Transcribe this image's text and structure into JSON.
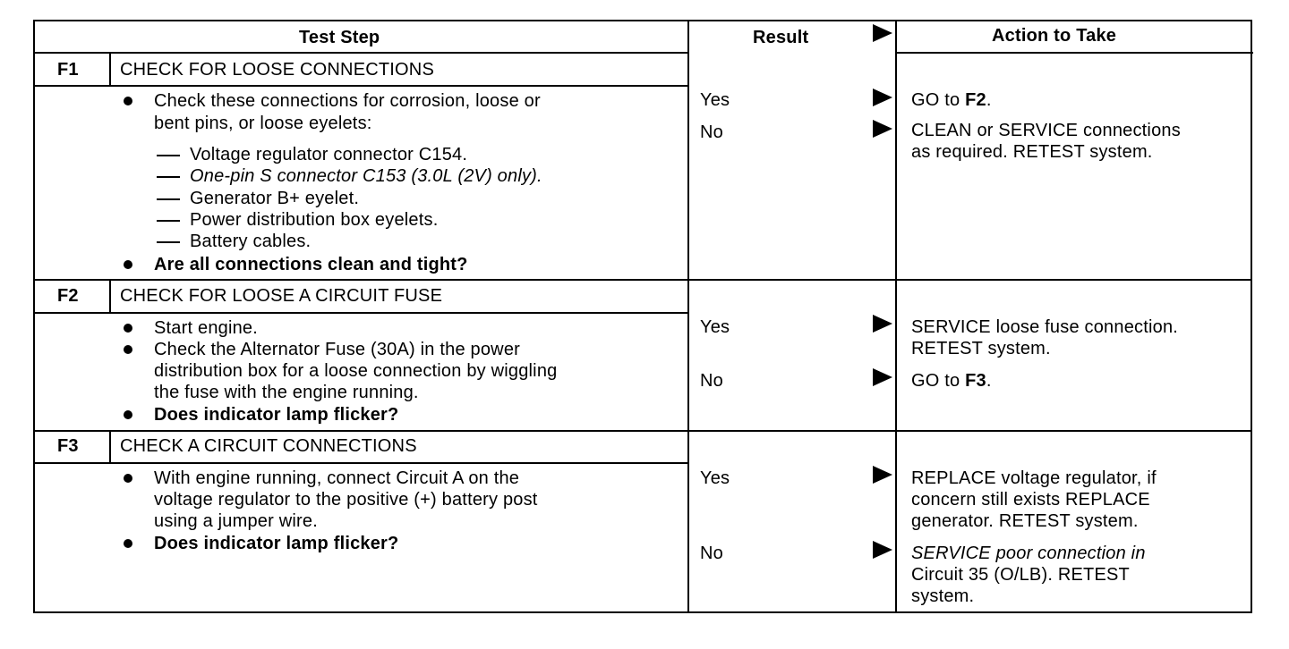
{
  "header": {
    "test_step": "Test Step",
    "result": "Result",
    "action": "Action to Take"
  },
  "steps": [
    {
      "id": "F1",
      "title": "CHECK FOR LOOSE CONNECTIONS",
      "bullet1_line1": "Check these connections for corrosion, loose or",
      "bullet1_line2": "bent pins, or loose eyelets:",
      "sub1": "Voltage regulator connector C154.",
      "sub2": "One-pin S connector C153 (3.0L (2V) only).",
      "sub3": "Generator B+ eyelet.",
      "sub4": "Power distribution box eyelets.",
      "sub5": "Battery cables.",
      "question": "Are all connections clean and tight?",
      "yes": "Yes",
      "no": "No",
      "yes_action_pre": "GO to ",
      "yes_action_bold": "F2",
      "yes_action_post": ".",
      "no_action_line1": "CLEAN or SERVICE connections",
      "no_action_line2": "as required. RETEST system."
    },
    {
      "id": "F2",
      "title": "CHECK FOR LOOSE A CIRCUIT FUSE",
      "bullet1": "Start engine.",
      "bullet2_line1": "Check the Alternator Fuse (30A) in the power",
      "bullet2_line2": "distribution box for a loose connection by wiggling",
      "bullet2_line3": "the fuse with the engine running.",
      "question": "Does indicator lamp flicker?",
      "yes": "Yes",
      "no": "No",
      "yes_action_line1": "SERVICE loose fuse connection.",
      "yes_action_line2": "RETEST system.",
      "no_action_pre": "GO to ",
      "no_action_bold": "F3",
      "no_action_post": "."
    },
    {
      "id": "F3",
      "title": "CHECK A CIRCUIT CONNECTIONS",
      "bullet1_line1": "With engine running, connect Circuit A on the",
      "bullet1_line2": "voltage regulator to the positive (+) battery post",
      "bullet1_line3": "using a jumper wire.",
      "question": "Does indicator lamp flicker?",
      "yes": "Yes",
      "no": "No",
      "yes_action_line1": "REPLACE voltage regulator, if",
      "yes_action_line2": "concern still exists REPLACE",
      "yes_action_line3": "generator. RETEST system.",
      "no_action_line1": "SERVICE poor connection in",
      "no_action_line2": "Circuit 35 (O/LB). RETEST",
      "no_action_line3": "system."
    }
  ]
}
